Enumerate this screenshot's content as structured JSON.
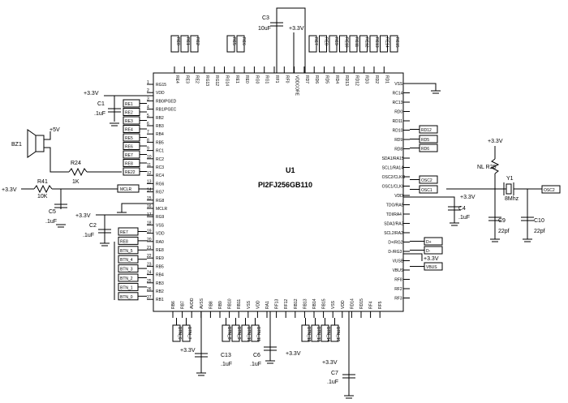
{
  "chip": {
    "ref": "U1",
    "part": "PI2FJ256GB110"
  },
  "components": {
    "bz1": "BZ1",
    "r24": "R24",
    "r24_val": "1K",
    "r41": "R41",
    "r41_val": "10K",
    "c1": "C1",
    "c1_val": ".1uF",
    "c2": "C2",
    "c2_val": ".1uF",
    "c3": "C3",
    "c3_val": "10uF",
    "c4": "C4",
    "c4_val": ".1uF",
    "c5": "C5",
    "c5_val": ".1uF",
    "c6": "C6",
    "c6_val": ".1uF",
    "c7": "C7",
    "c7_val": ".1uF",
    "c9": "C9",
    "c9_val": "22pf",
    "c10": "C10",
    "c10_val": "22pf",
    "c13": "C13",
    "c13_val": ".1uF",
    "r25": "NL R25",
    "y1": "Y1",
    "y1_val": "8Mhz"
  },
  "supply": "+3.3V",
  "supply5": "+5V",
  "left_tags": [
    "RE1",
    "RE2",
    "RE3",
    "RE4",
    "RE5",
    "RE6",
    "RE7",
    "RE8",
    "RE22"
  ],
  "left_tags2": [
    "RE7",
    "RE8",
    "BTN_5",
    "BTN_4",
    "BTN_3",
    "BTN_2",
    "BTN_1",
    "BTN_0"
  ],
  "mclr": "MCLR",
  "top_tags_left": [
    "RE0",
    "RE1",
    "RE2"
  ],
  "top_tags_mid": [
    "RE5",
    "RE6"
  ],
  "top_tags_right": [
    "RE7",
    "RE8",
    "RE9",
    "RE10",
    "RE11",
    "RE12",
    "RE13",
    "RE14",
    "RE15"
  ],
  "bottom_tags": [
    "BTN_6",
    "BTN_7",
    "BTN_8",
    "BTN_9",
    "BTN_10",
    "BTN_11",
    "BTN_12",
    "BTN_13",
    "BTN_14",
    "BTN_15"
  ],
  "right_tags": [
    "RD12",
    "RD5",
    "RD6",
    "OSC2",
    "OSC1",
    "D+",
    "D-",
    "VBUS",
    "OSC2"
  ],
  "left_pins": [
    "RG15",
    "VDD",
    "RB0/PGED",
    "RB1/PGEC",
    "RB2",
    "RB3",
    "RB4",
    "RB5",
    "RC1",
    "RC2",
    "RC3",
    "RC4",
    "RG6",
    "RG7",
    "RG8",
    "MCLR",
    "RG9",
    "VSS",
    "VDD",
    "RA0",
    "RE8",
    "RE9",
    "RB5",
    "RB4",
    "RB3",
    "RB2",
    "RB1"
  ],
  "right_pins": [
    "VSS",
    "RC14",
    "RC13",
    "RD0",
    "RD11",
    "RD10",
    "RD9",
    "RD8",
    "SDA1/RA15",
    "SCL1/RA14",
    "OSC2/CLKO",
    "OSC1/CLKI",
    "VDD",
    "TDO/RA5",
    "TDI/RA4",
    "SDA2/RA3",
    "SCL2/RA2",
    "D+/RG2",
    "D-/RG3",
    "VUSB",
    "VBUS",
    "RF8",
    "RF2",
    "RF3"
  ],
  "top_pins": [
    "RE4",
    "RE3",
    "RE2",
    "RG13",
    "RG12",
    "RG14",
    "RE1",
    "RE0",
    "RG0",
    "RG1",
    "RF1",
    "RF0",
    "VDDCORE",
    "RD7",
    "RD6",
    "RD5",
    "RD4",
    "RD13",
    "RD12",
    "RD3",
    "RD2",
    "RD1"
  ],
  "bottom_pins": [
    "RB6",
    "RB7",
    "AVDD",
    "AVSS",
    "RB8",
    "RB9",
    "RB10",
    "RB11",
    "VSS",
    "VDD",
    "RA1",
    "RF13",
    "RF12",
    "RB12",
    "RB13",
    "RB14",
    "RB15",
    "VSS",
    "VDD",
    "RD14",
    "RD15",
    "RF4",
    "RF5"
  ]
}
